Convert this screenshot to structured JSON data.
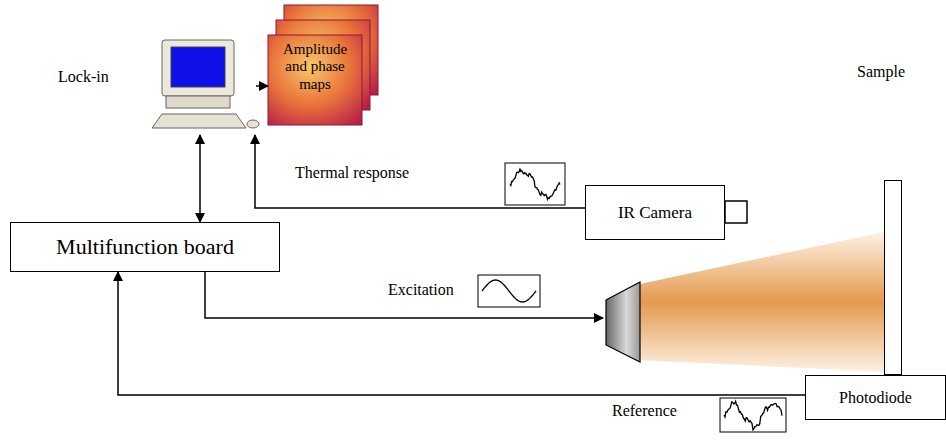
{
  "diagram": {
    "nodes": [
      {
        "text": [
          "Lock-in"
        ]
      },
      {
        "text": [
          "Amplitude and phase maps"
        ]
      },
      {
        "text": [
          "Sample"
        ]
      },
      {
        "text": [
          "IR Camera"
        ]
      },
      {
        "text": [
          "Multifunction board"
        ]
      },
      {
        "text": [
          "Photodiode"
        ]
      }
    ],
    "edges": [
      {
        "from": 0,
        "to": 1,
        "arrow": "to"
      },
      {
        "from": 0,
        "to": 4,
        "arrow": "both"
      },
      {
        "from": 3,
        "to": 0,
        "label": "Thermal response",
        "arrow": "to"
      },
      {
        "from": 5,
        "to": 4,
        "label": "Reference",
        "arrow": "to"
      }
    ],
    "labels": [
      "Excitation"
    ]
  }
}
